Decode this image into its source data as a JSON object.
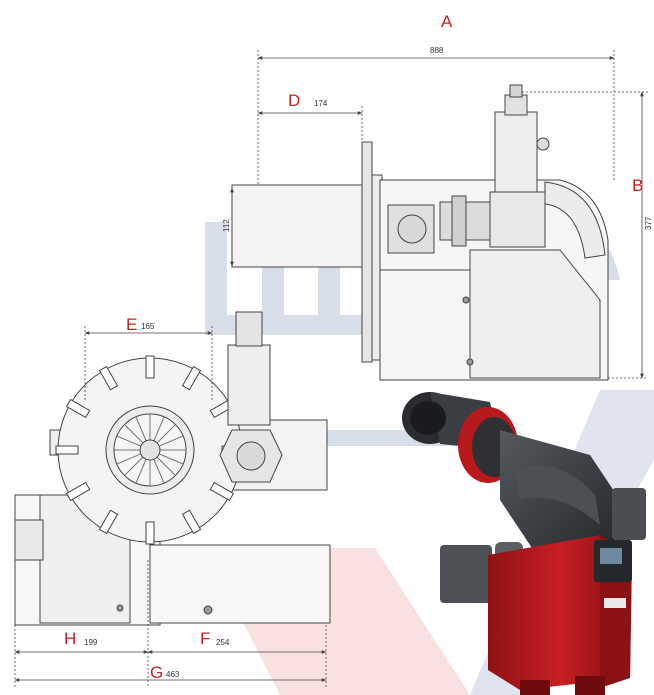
{
  "dimensions": {
    "A": {
      "letter": "A",
      "value": "888"
    },
    "B": {
      "letter": "B",
      "value": "377"
    },
    "C": {
      "value": "112"
    },
    "D": {
      "letter": "D",
      "value": "174"
    },
    "E": {
      "letter": "E",
      "value": "165"
    },
    "F": {
      "letter": "F",
      "value": "254"
    },
    "G": {
      "letter": "G",
      "value": "463"
    },
    "H": {
      "letter": "H",
      "value": "199"
    }
  },
  "product_label": "",
  "colors": {
    "dimension_letter": "#cc1f1f",
    "drawing_line": "#444444",
    "burner_body": "#b8191c",
    "burner_dark": "#3a3d41",
    "watermark_blue": "#b9c3da",
    "watermark_pink": "#f4c6c8"
  }
}
